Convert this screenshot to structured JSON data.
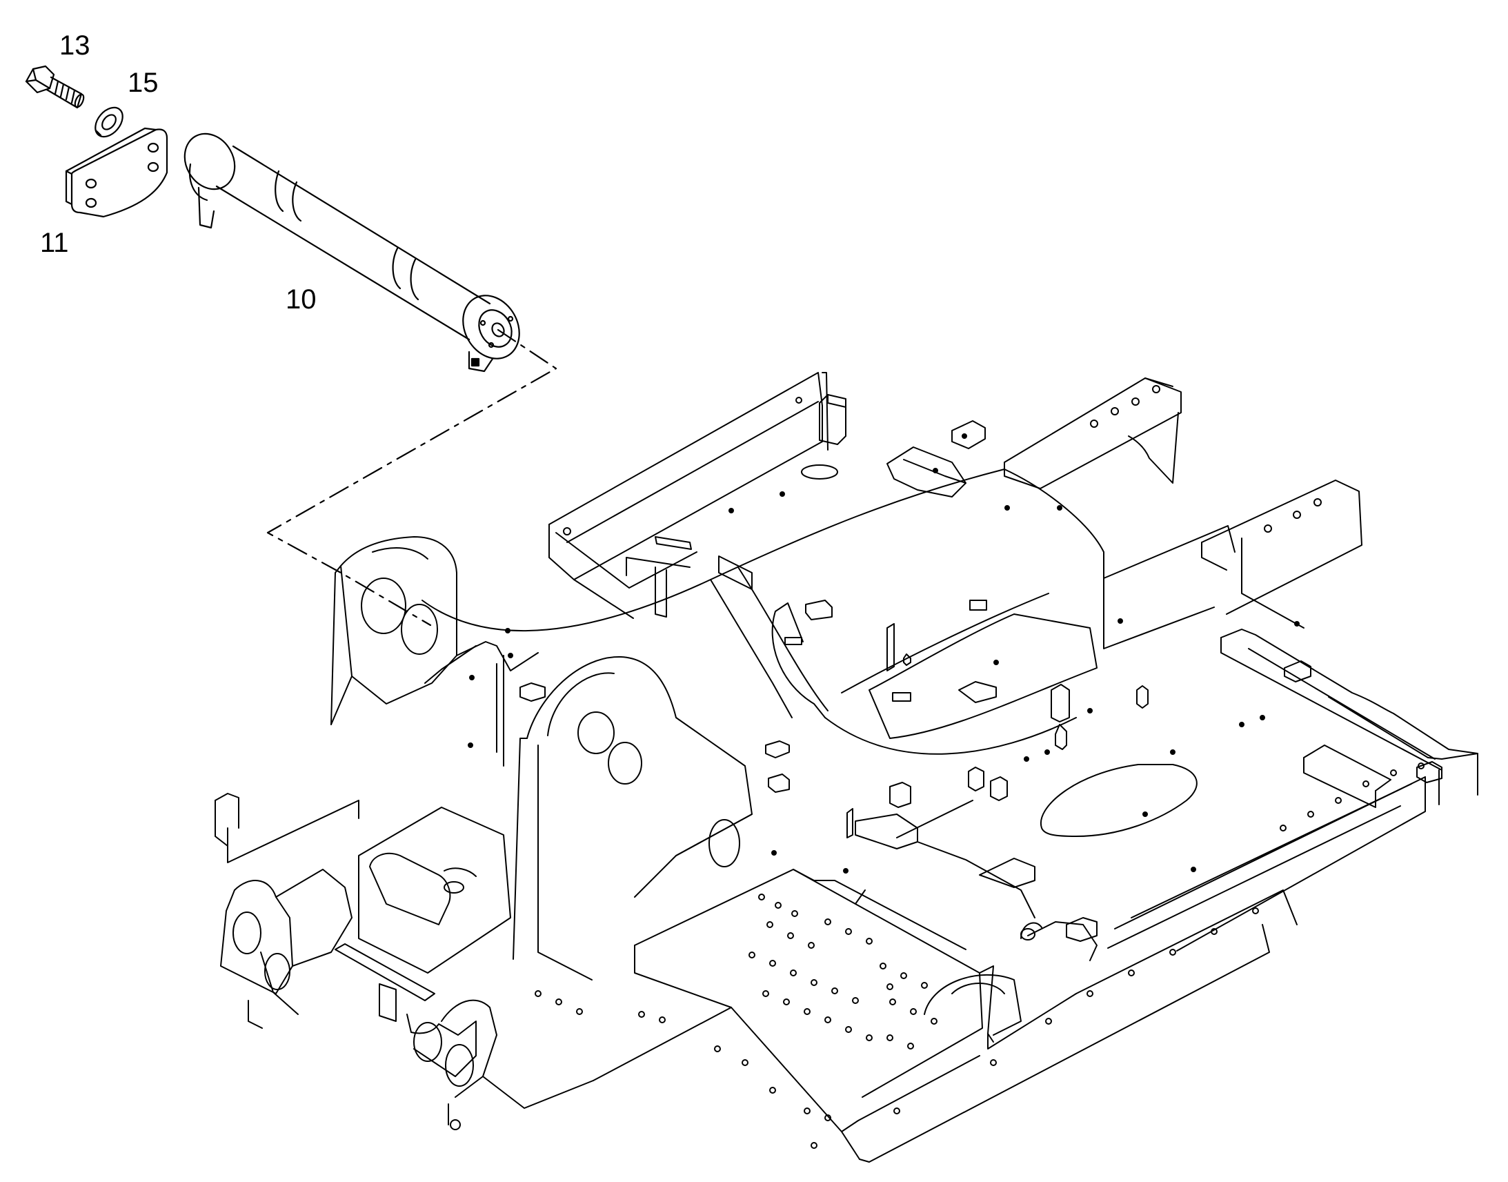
{
  "colors": {
    "line": "#000000",
    "background": "#ffffff"
  },
  "callouts": {
    "bolt": "13",
    "washer": "15",
    "retainer_plate": "11",
    "pivot_pin": "10"
  }
}
